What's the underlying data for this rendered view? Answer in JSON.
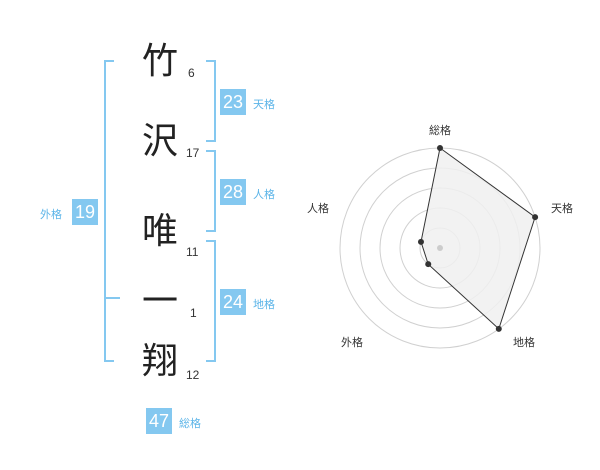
{
  "characters": [
    {
      "char": "竹",
      "strokes": "6"
    },
    {
      "char": "沢",
      "strokes": "17"
    },
    {
      "char": "唯",
      "strokes": "11"
    },
    {
      "char": "一",
      "strokes": "1"
    },
    {
      "char": "翔",
      "strokes": "12"
    }
  ],
  "fortunes": {
    "tenkaku": {
      "value": "23",
      "label": "天格"
    },
    "jinkaku": {
      "value": "28",
      "label": "人格"
    },
    "chikaku": {
      "value": "24",
      "label": "地格"
    },
    "gaikaku": {
      "value": "19",
      "label": "外格"
    },
    "soukaku": {
      "value": "47",
      "label": "総格"
    }
  },
  "chart_data": {
    "type": "radar",
    "axes": [
      "総格",
      "天格",
      "地格",
      "外格",
      "人格"
    ],
    "values": [
      5,
      5,
      5,
      1,
      1
    ],
    "max": 5,
    "rings": 5
  }
}
